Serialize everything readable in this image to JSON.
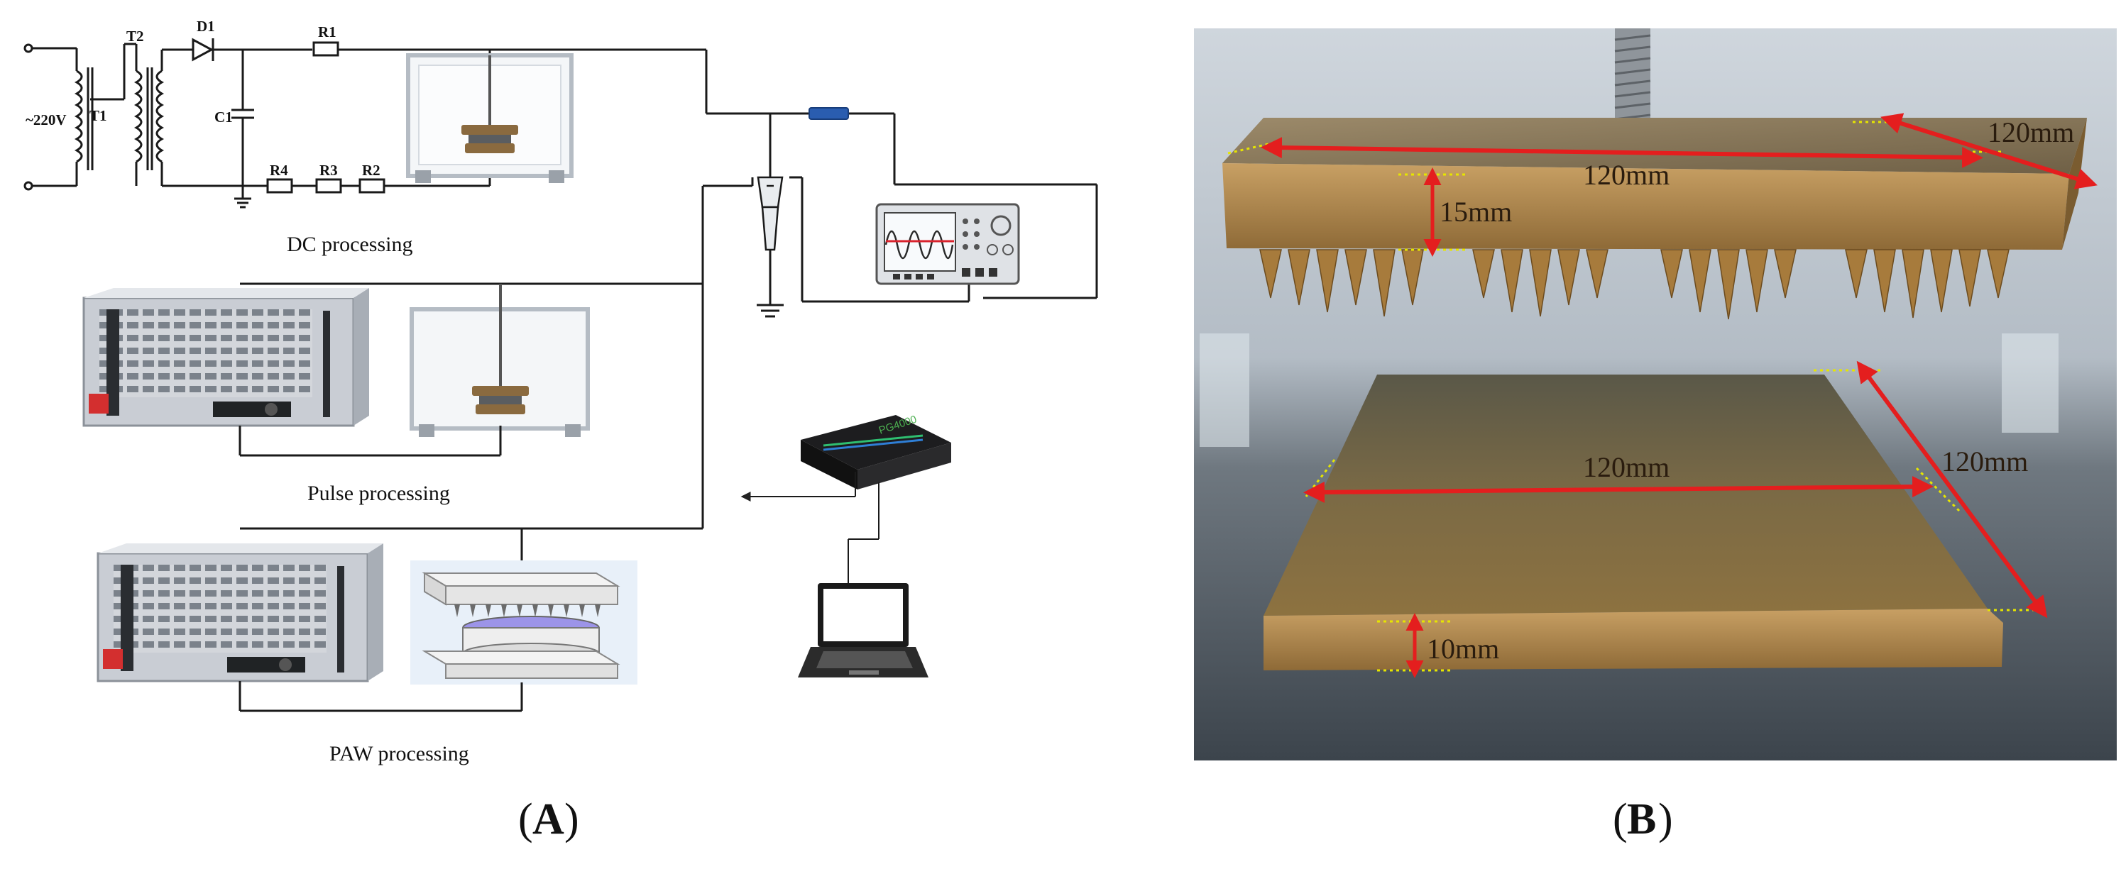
{
  "panel_a": {
    "panel_label_open": "(",
    "panel_label_letter": "A",
    "panel_label_close": ")",
    "circuit_labels": {
      "source": "~220V",
      "t1": "T1",
      "t2": "T2",
      "d1": "D1",
      "c1": "C1",
      "r1": "R1",
      "r2": "R2",
      "r3": "R3",
      "r4": "R4"
    },
    "captions": {
      "dc": "DC processing",
      "pulse": "Pulse processing",
      "paw": "PAW processing"
    },
    "spectrometer_brand": "PG4000"
  },
  "panel_b": {
    "panel_label_open": "(",
    "panel_label_letter": "B",
    "panel_label_close": ")",
    "dimensions": {
      "top_width": "120mm",
      "top_depth": "120mm",
      "top_thickness": "15mm",
      "bottom_width": "120mm",
      "bottom_depth": "120mm",
      "bottom_thickness": "10mm"
    }
  },
  "colors": {
    "wire": "#1a1a1a",
    "dimension_arrow": "#e41e1e",
    "dimension_guide": "#e6e600",
    "copper": "#b08a52",
    "probe_blue": "#2a5db0",
    "psu_panel": "#c9cdd4"
  }
}
